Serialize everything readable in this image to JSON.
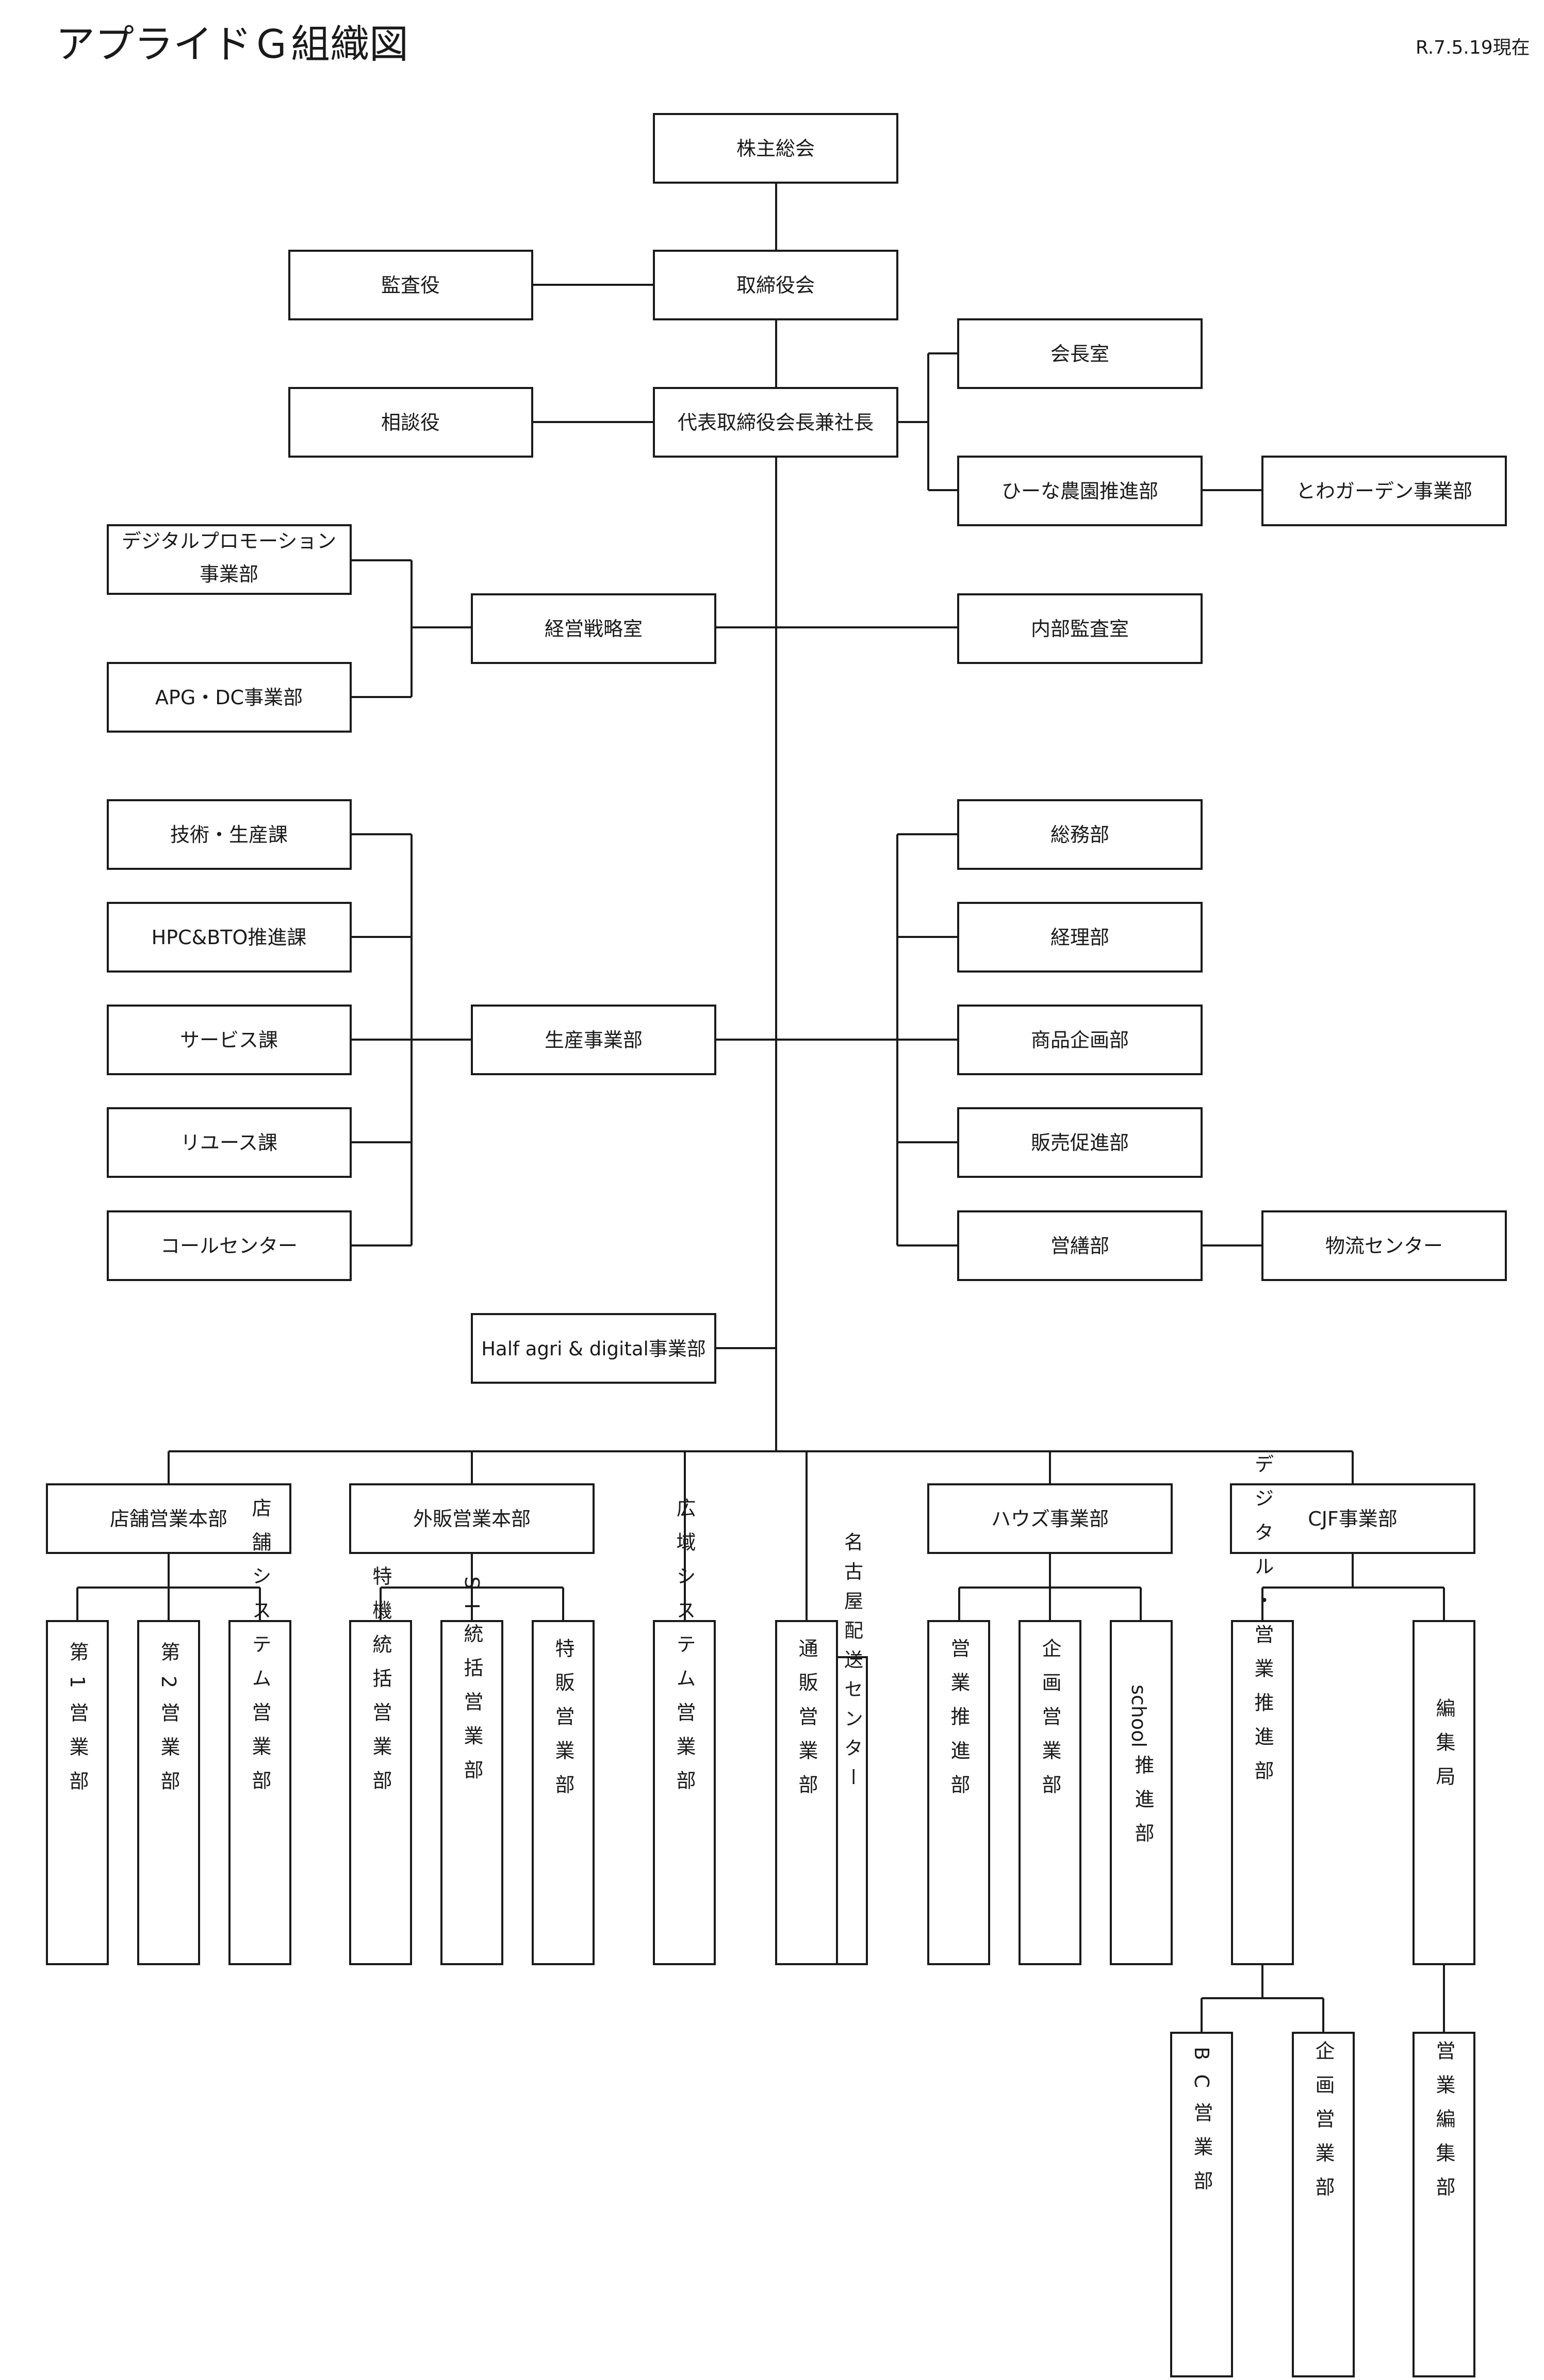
{
  "title": "アプライドＧ組織図",
  "date": "R.7.5.19現在",
  "nodes": {
    "shareholders": "株主総会",
    "board": "取締役会",
    "auditor": "監査役",
    "ceo": "代表取締役会長兼社長",
    "advisor": "相談役",
    "chairman_office": "会長室",
    "hiina": "ひーな農園推進部",
    "towa": "とわガーデン事業部",
    "digital_promo_1": "デジタルプロモーション",
    "digital_promo_2": "事業部",
    "apg_dc": "APG・DC事業部",
    "strategy": "経営戦略室",
    "internal_audit": "内部監査室",
    "tech": "技術・生産課",
    "hpc": "HPC&BTO推進課",
    "service": "サービス課",
    "reuse": "リユース課",
    "callcenter": "コールセンター",
    "production": "生産事業部",
    "general_affairs": "総務部",
    "accounting": "経理部",
    "product_planning": "商品企画部",
    "sales_promo": "販売促進部",
    "maintenance": "営繕部",
    "logistics": "物流センター",
    "half_agri": "Half agri & digital事業部",
    "store_sales_hq": "店舗営業本部",
    "external_sales_hq": "外販営業本部",
    "house": "ハウズ事業部",
    "cjf": "CJF事業部"
  },
  "vertical_nodes": {
    "sales1": "第1営業部",
    "sales2": "第2営業部",
    "store_system": "店舗システム営業部",
    "special_machine": "特機統括営業部",
    "si": "SI統括営業部",
    "special_sales": "特販営業部",
    "wide_area": "広域システム営業部",
    "mail_order": "通販営業部",
    "nagoya": "名古屋配送センター",
    "sales_promo_dept": "営業推進部",
    "planning_sales": "企画営業部",
    "school_word": "school",
    "school_rest": "推進部",
    "digital_sales": "デジタル・営業推進部",
    "editorial": "編集局",
    "bc_sales": "BC営業部",
    "planning_sales2": "企画営業部",
    "sales_editorial": "営業編集部"
  }
}
